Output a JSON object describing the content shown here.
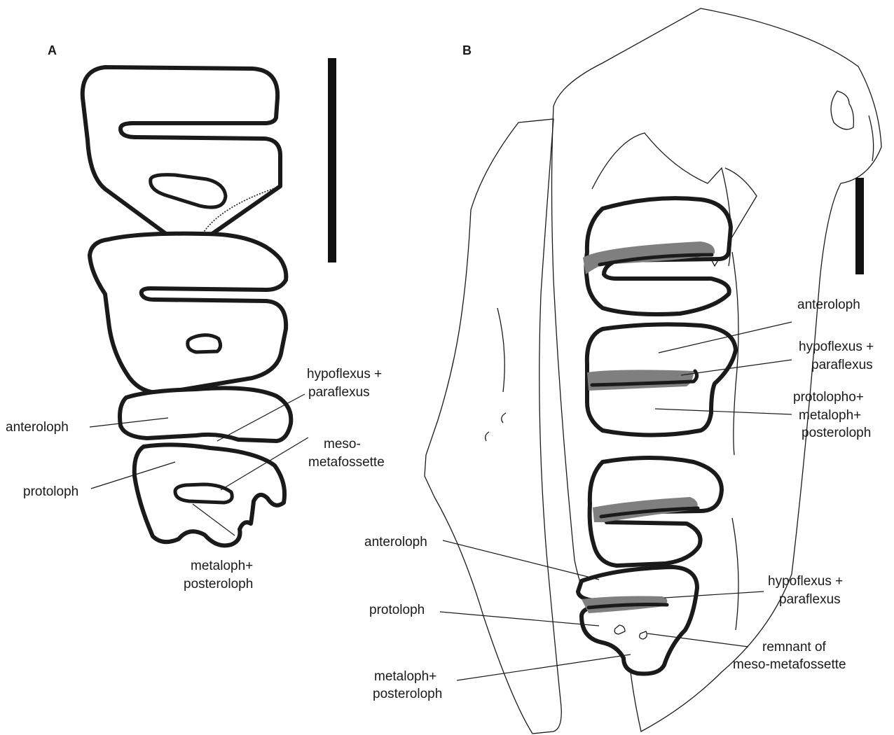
{
  "panels": [
    {
      "letter": "A",
      "labels": {
        "anteroloph": "anteroloph",
        "hypoflexus_1": "hypoflexus +",
        "hypoflexus_2": "paraflexus",
        "meso_1": "meso-",
        "meso_2": "metafossette",
        "protoloph": "protoloph",
        "metaloph_1": "metaloph+",
        "metaloph_2": "posteroloph"
      }
    },
    {
      "letter": "B",
      "labels": {
        "anteroloph_upper": "anteroloph",
        "hypoflexus_upper_1": "hypoflexus +",
        "hypoflexus_upper_2": "paraflexus",
        "protolopho_1": "protolopho+",
        "protolopho_2": "metaloph+",
        "protolopho_3": "posteroloph",
        "anteroloph_lower": "anteroloph",
        "hypoflexus_lower_1": "hypoflexus +",
        "hypoflexus_lower_2": "paraflexus",
        "protoloph": "protoloph",
        "remnant_1": "remnant of",
        "remnant_2": "meso-metafossette",
        "metaloph_1": "metaloph+",
        "metaloph_2": "posteroloph"
      }
    }
  ],
  "colors": {
    "ink": "#1a1a1a",
    "flexus_fill": "#7f7f7f",
    "background": "#ffffff"
  }
}
